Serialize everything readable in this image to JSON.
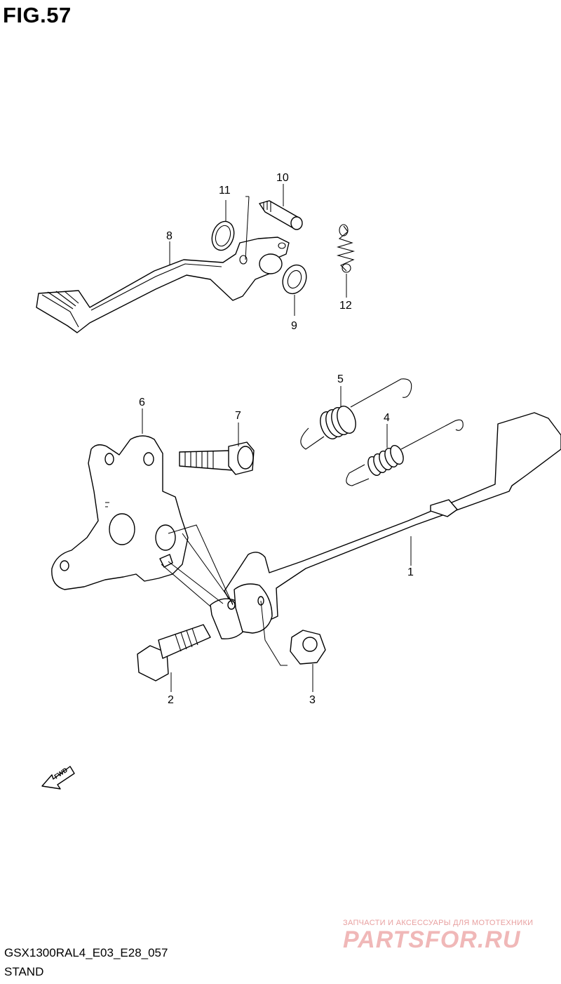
{
  "header": {
    "figure_label": "FIG.57"
  },
  "callouts": {
    "p1": "1",
    "p2": "2",
    "p3": "3",
    "p4": "4",
    "p5": "5",
    "p6": "6",
    "p7": "7",
    "p8": "8",
    "p9": "9",
    "p10": "10",
    "p11": "11",
    "p12": "12"
  },
  "direction_marker": {
    "label": "FWD",
    "icon": "arrow-left-down-icon"
  },
  "footer": {
    "model_code": "GSX1300RAL4_E03_E28_057",
    "section_name": "STAND"
  },
  "watermark": {
    "tagline": "ЗАПЧАСТИ И АКСЕССУАРЫ ДЛЯ МОТОТЕХНИКИ",
    "brand": "PARTSFOR.RU"
  }
}
